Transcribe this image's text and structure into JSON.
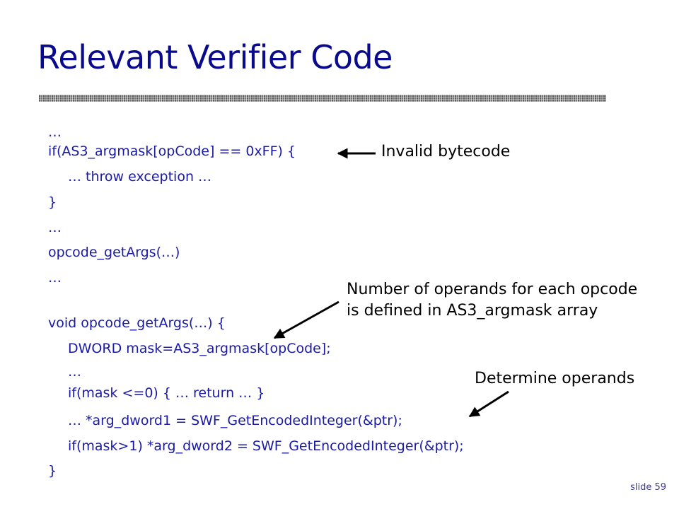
{
  "slide": {
    "title": "Relevant Verifier Code",
    "slide_number": "slide 59"
  },
  "code_lines": [
    "…",
    "if(AS3_argmask[opCode] == 0xFF) {",
    "… throw exception …",
    "}",
    "…",
    "opcode_getArgs(…)",
    "…",
    "void opcode_getArgs(…) {",
    "DWORD mask=AS3_argmask[opCode];",
    "…",
    "if(mask <=0) { … return … }",
    "… *arg_dword1 = SWF_GetEncodedInteger(&ptr);",
    "if(mask>1) *arg_dword2 = SWF_GetEncodedInteger(&ptr);",
    "}"
  ],
  "annotations": {
    "invalid_bytecode": "Invalid bytecode",
    "operands_line1": "Number of operands for each opcode",
    "operands_line2": "is defined in AS3_argmask array",
    "determine_operands": "Determine operands"
  },
  "colors": {
    "title": "#0a0a8c",
    "code_text": "#1a1aa6",
    "annotation_text": "#000000"
  }
}
